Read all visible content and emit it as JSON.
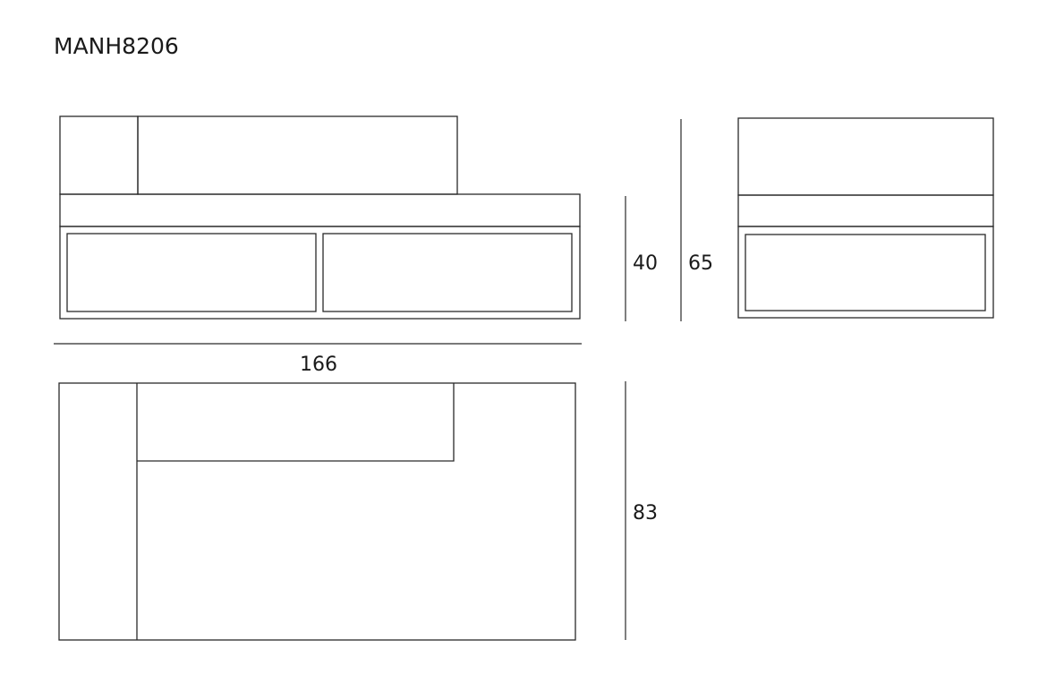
{
  "title": "MANH8206",
  "dimensions": {
    "width": "166",
    "seat_height": "40",
    "total_height": "65",
    "depth": "83"
  },
  "colors": {
    "line": "#2a2a2a",
    "background": "#ffffff"
  }
}
